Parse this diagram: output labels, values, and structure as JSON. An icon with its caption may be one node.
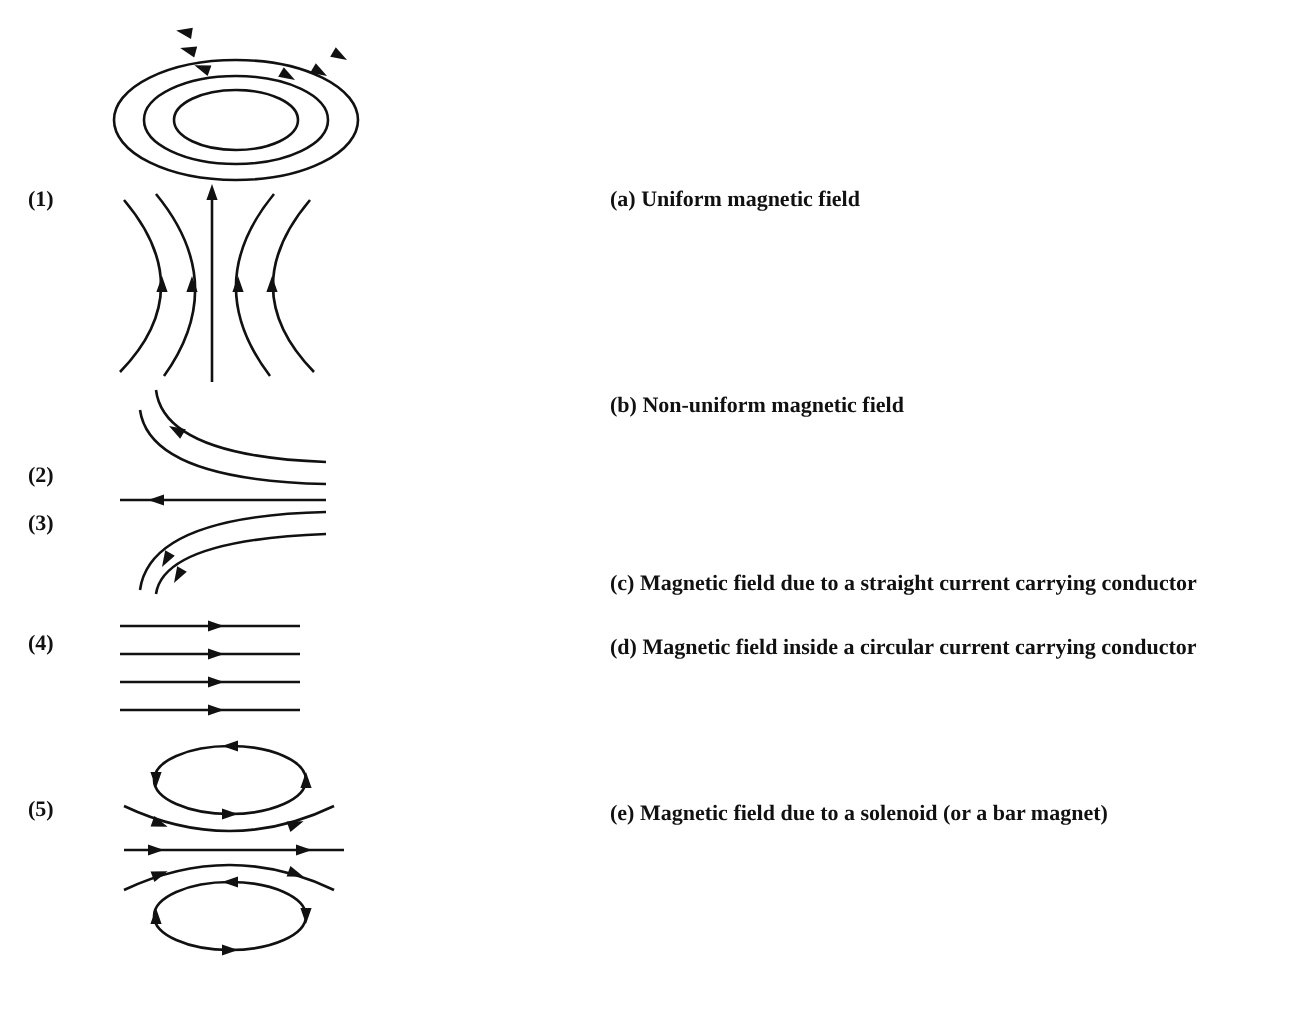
{
  "diagram": {
    "labels": [
      "(1)",
      "(a) Uniform magnetic field",
      "(2)",
      "(b) Non-uniform magnetic field",
      "(3)",
      "(c) Magnetic field due to a straight current carrying conductor",
      "(4)",
      "(d) Magnetic field inside a circular current carrying conductor",
      "(5)",
      "(e) Magnetic field due to a solenoid (or a bar magnet)"
    ]
  }
}
